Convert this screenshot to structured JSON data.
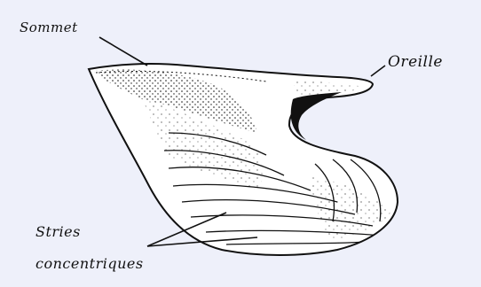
{
  "labels": {
    "sommet": "Sommet",
    "oreille": "Oreille",
    "stries": "Stries",
    "concentriques": "concentriques"
  },
  "colors": {
    "background": "#eef0fa",
    "ink": "#111111",
    "shell_fill": "#ffffff"
  }
}
